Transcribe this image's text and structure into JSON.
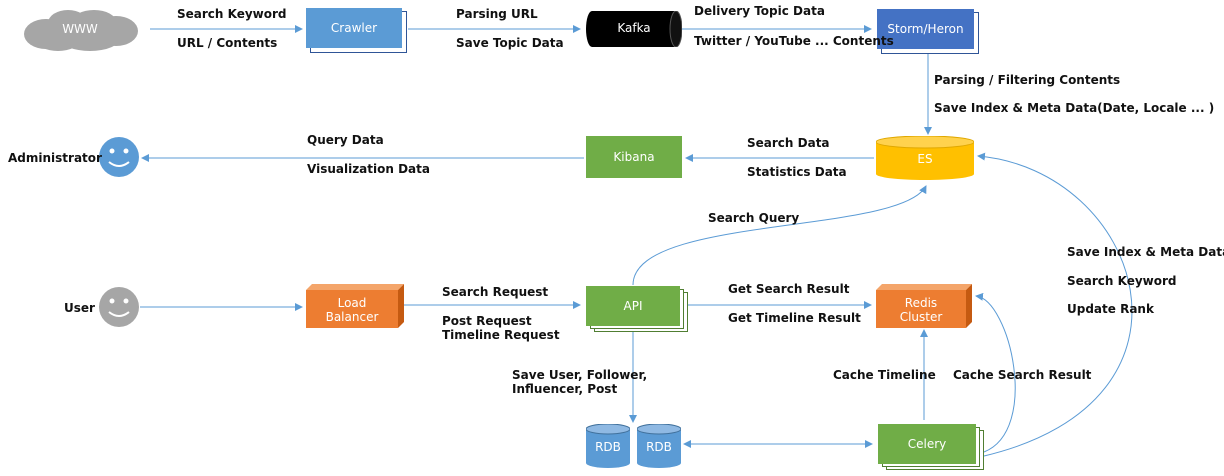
{
  "nodes": {
    "www": "WWW",
    "crawler": "Crawler",
    "kafka": "Kafka",
    "storm": "Storm/Heron",
    "es": "ES",
    "kibana": "Kibana",
    "administrator": "Administrator",
    "user": "User",
    "load_balancer_line1": "Load",
    "load_balancer_line2": "Balancer",
    "api": "API",
    "redis_line1": "Redis",
    "redis_line2": "Cluster",
    "celery": "Celery",
    "rdb1": "RDB",
    "rdb2": "RDB"
  },
  "edge_labels": {
    "www_crawler_1": "Search Keyword",
    "www_crawler_2": "URL / Contents",
    "crawler_kafka_1": "Parsing URL",
    "crawler_kafka_2": "Save Topic Data",
    "kafka_storm_1": "Delivery Topic Data",
    "kafka_storm_2": "Twitter / YouTube ... Contents",
    "storm_es_1": "Parsing / Filtering Contents",
    "storm_es_2": "Save Index & Meta Data(Date, Locale ... )",
    "es_kibana_1": "Search Data",
    "es_kibana_2": "Statistics Data",
    "kibana_admin_1": "Query Data",
    "kibana_admin_2": "Visualization Data",
    "api_es": "Search Query",
    "lb_api_1": "Search Request",
    "lb_api_2": "Post Request",
    "lb_api_3": "Timeline Request",
    "api_redis_1": "Get Search Result",
    "api_redis_2": "Get Timeline Result",
    "api_rdb_1": "Save User, Follower,",
    "api_rdb_2": "Influencer, Post",
    "celery_redis_1": "Cache Timeline",
    "celery_redis_2": "Cache Search Result",
    "celery_es_1": "Save Index & Meta Data",
    "celery_es_2": "Search Keyword",
    "celery_es_3": "Update Rank"
  },
  "colors": {
    "blue": "#5b9bd5",
    "dark_blue": "#4472c4",
    "green": "#70ad47",
    "orange": "#ed7d31",
    "yellow": "#ffc000",
    "arrow": "#5b9bd5"
  }
}
